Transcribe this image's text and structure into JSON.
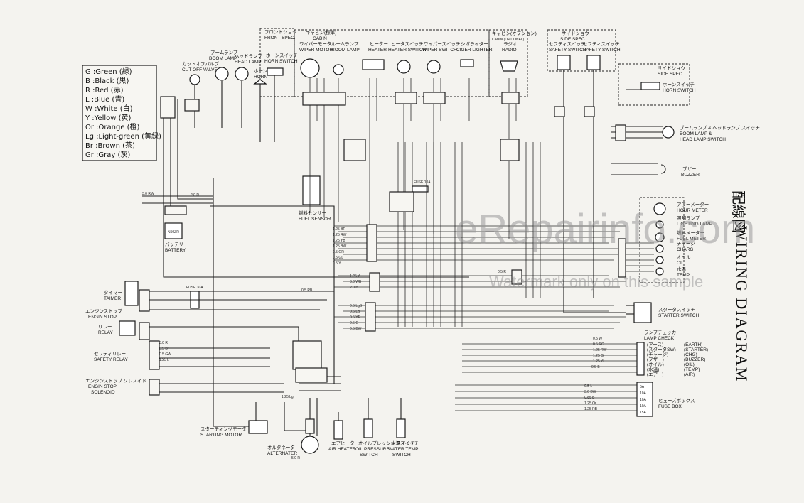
{
  "title": {
    "english": "WIRING DIAGRAM",
    "japanese": "配線図"
  },
  "watermark": {
    "site": "eRepairinfo.com",
    "note": "Watermark only on this sample"
  },
  "legend": [
    "G :Green (緑)",
    "B :Black (黒)",
    "R :Red (赤)",
    "L :Blue (青)",
    "W :White (白)",
    "Y :Yellow (黄)",
    "Or :Orange (橙)",
    "Lg :Light-green (黄緑)",
    "Br :Brown (茶)",
    "Gr :Gray (灰)"
  ],
  "top_components": {
    "front_spec": {
      "jp": "フロントショウ",
      "en": "FRONT SPEC."
    },
    "cabin": {
      "jp": "キャビン(標準)",
      "en": "CABIN"
    },
    "cabin_optional": {
      "jp": "キャビン(オプション)",
      "en": "CABIN (OPTIONAL)"
    },
    "side_spec": {
      "jp": "サイドショウ",
      "en": "SIDE SPEC."
    },
    "boom_lamp": {
      "jp": "ブームランプ",
      "en": "BOOM LAMP"
    },
    "cut_off_valve": {
      "jp": "カットオフバルブ",
      "en": "CUT OFF VALVE"
    },
    "head_lamp": {
      "jp": "ヘッドランプ",
      "en": "HEAD LAMP"
    },
    "horn": {
      "jp": "ホーン",
      "en": "HORN"
    },
    "horn_switch": {
      "jp": "ホーンスイッチ",
      "en": "HORN SWITCH"
    },
    "wiper_motor": {
      "jp": "ワイパーモータ",
      "en": "WIPER MOTOR"
    },
    "room_lamp": {
      "jp": "ルームランプ",
      "en": "ROOM LAMP"
    },
    "heater": {
      "jp": "ヒーター",
      "en": "HEATER"
    },
    "heater_switch": {
      "jp": "ヒータスイッチ",
      "en": "HEATER SWITCH"
    },
    "wiper_switch": {
      "jp": "ワイパースイッチ",
      "en": "WIPER SWITCH"
    },
    "ciger_lighter": {
      "jp": "シガライター",
      "en": "CIGER LIGHTER"
    },
    "radio": {
      "jp": "ラジオ",
      "en": "RADIO"
    },
    "safety_switch_1": {
      "jp": "セフティスイッチ",
      "en": "SAFETY SWITCH"
    },
    "safety_switch_2": {
      "jp": "セフティスイッチ",
      "en": "SAFETY SWITCH"
    }
  },
  "right_components": {
    "side_spec_horn": {
      "jp": "サイドショウ",
      "en": "SIDE SPEC.",
      "switch_jp": "ホーンスイッチ",
      "switch_en": "HORN SWITCH"
    },
    "boom_head_lamp": {
      "jp": "ブームランプ & ヘッドランプ スイッチ",
      "en1": "BOOM LAMP &",
      "en2": "HEAD LAMP SWITCH"
    },
    "buzzer": {
      "jp": "ブザー",
      "en": "BUZZER"
    },
    "hour_meter": {
      "jp": "アワーメーター",
      "en": "HOUR METER"
    },
    "lighting_lamp": {
      "jp": "照明ランプ",
      "en": "LIGHTING LAMP"
    },
    "fuel_meter": {
      "jp": "燃料メーター",
      "en": "FUEL METER"
    },
    "charg": {
      "jp": "チャージ",
      "en": "CHARG"
    },
    "oil": {
      "jp": "オイル",
      "en": "OIL"
    },
    "temp": {
      "jp": "水温",
      "en": "TEMP"
    },
    "starter_switch": {
      "jp": "スタータスイッチ",
      "en": "STARTER SWITCH"
    },
    "lamp_check": {
      "jp": "ランプチェッカー",
      "en": "LAMP CHECK",
      "rows": [
        {
          "jp": "(アース)",
          "en": "(EARTH)"
        },
        {
          "jp": "(スタータSW)",
          "en": "(STARTER)"
        },
        {
          "jp": "(チャージ)",
          "en": "(CHG)"
        },
        {
          "jp": "(ブザー)",
          "en": "(BUZZER)"
        },
        {
          "jp": "(オイル)",
          "en": "(OIL)"
        },
        {
          "jp": "(水温)",
          "en": "(TEMP)"
        },
        {
          "jp": "(エアー)",
          "en": "(AIR)"
        }
      ]
    },
    "fuse_box": {
      "jp": "ヒューズボックス",
      "en": "FUSE BOX",
      "fuses": [
        "5A",
        "10A",
        "10A",
        "10A",
        "15A"
      ]
    }
  },
  "left_components": {
    "battery": {
      "jp": "バッテリ",
      "en": "BATTERY",
      "model": "N50ZR"
    },
    "fuel_sensor": {
      "jp": "燃料センサー",
      "en": "FUEL SENSOR"
    },
    "timer": {
      "jp": "タイマー",
      "en": "TAIMER"
    },
    "engine_stop": {
      "jp": "エンジンストップ",
      "en": "ENGIN STOP"
    },
    "relay": {
      "jp": "リレー",
      "en": "RELAY"
    },
    "safety_relay": {
      "jp": "セフティリレー",
      "en": "SAFETY RELAY"
    },
    "engine_stop_solenoid": {
      "jp": "エンジンストップ ソレノイド",
      "en1": "ENGIN STOP",
      "en2": "SOLENOID"
    },
    "fuse_main": "FUSE 30A",
    "fuse_10a": "FUSE 10A"
  },
  "bottom_components": {
    "starting_motor": {
      "jp": "スターティングモータ",
      "en": "STARTING MOTOR"
    },
    "alternator": {
      "jp": "オルタネータ",
      "en": "ALTERNATER"
    },
    "air_heater": {
      "jp": "エアヒータ",
      "en": "AIR HEATER"
    },
    "oil_pressure": {
      "jp": "オイルプレッシャ スイッチ",
      "en1": "OIL PRESSURE",
      "en2": "SWITCH"
    },
    "water_temp": {
      "jp": "水温スイッチ",
      "en1": "WATER TEMP",
      "en2": "SWITCH"
    }
  },
  "wire_labels": [
    "3.0 RW",
    "2.0 R",
    "1.25 BR",
    "1.25 RW",
    "1.25 YB",
    "1.25 BW",
    "0.5 GR",
    "0.5 GL",
    "0.5 Y",
    "1.25 Y",
    "3.0 WB",
    "2.0 B",
    "0.5 RB",
    "0.5 LgB",
    "0.5 Lg",
    "0.5 YR",
    "0.5 G",
    "0.5 BW",
    "0.5 W",
    "0.5 RG",
    "1.25 RW",
    "1.25 Gr",
    "1.25 YL",
    "0.5 B",
    "0.5 L",
    "3.0 BW",
    "0.85 B",
    "1.25 Or",
    "1.25 RB",
    "0.5 R",
    "3.0 R",
    "0.5 Br",
    "0.5 GW",
    "1.25 L",
    "1.25 Lg",
    "5.0 R"
  ],
  "colors": {
    "ink": "#1f1f1f",
    "paper": "#f4f3ef",
    "watermark": "#9a9a9a"
  }
}
